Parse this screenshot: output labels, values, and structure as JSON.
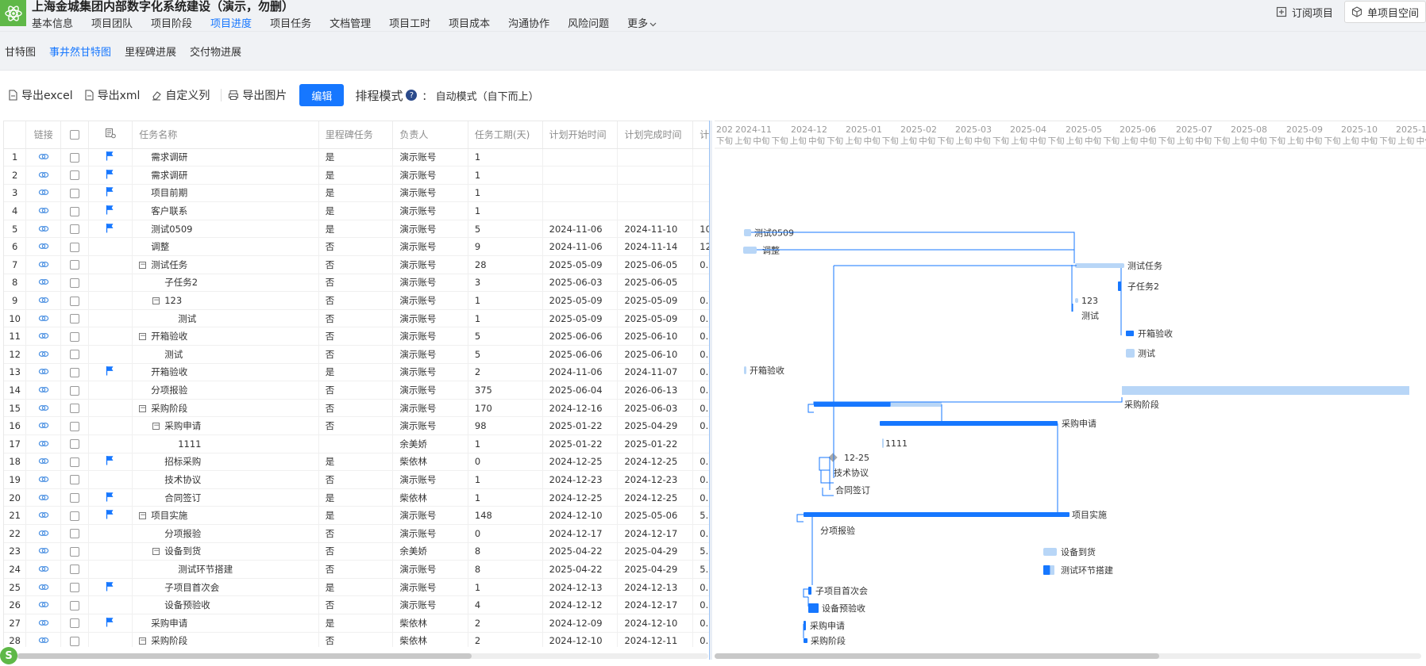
{
  "header": {
    "project_title": "上海金城集团内部数字化系统建设（演示，勿删）",
    "nav": [
      "基本信息",
      "项目团队",
      "项目阶段",
      "项目进度",
      "项目任务",
      "文档管理",
      "项目工时",
      "项目成本",
      "沟通协作",
      "风险问题",
      "更多"
    ],
    "active_nav": "项目进度",
    "subscribe_label": "订阅项目",
    "space_label": "单项目空间"
  },
  "subtabs": [
    "甘特图",
    "事井然甘特图",
    "里程碑进展",
    "交付物进展"
  ],
  "active_subtab": "事井然甘特图",
  "toolbar": {
    "export_excel": "导出excel",
    "export_xml": "导出xml",
    "custom_columns": "自定义列",
    "export_image": "导出图片",
    "edit": "编辑",
    "schedule_mode_label": "排程模式",
    "schedule_mode_value": "：  自动模式（自下而上）"
  },
  "table": {
    "columns": [
      "",
      "链接",
      "",
      "",
      "任务名称",
      "里程碑任务",
      "负责人",
      "任务工期(天)",
      "计划开始时间",
      "计划完成时间",
      "计"
    ],
    "rows": [
      {
        "no": "1",
        "flag": true,
        "indent": 0,
        "toggle": false,
        "name": "需求调研",
        "milestone": "是",
        "owner": "演示账号",
        "duration": "1",
        "start": "",
        "end": "",
        "extra": ""
      },
      {
        "no": "2",
        "flag": true,
        "indent": 0,
        "toggle": false,
        "name": "需求调研",
        "milestone": "是",
        "owner": "演示账号",
        "duration": "1",
        "start": "",
        "end": "",
        "extra": ""
      },
      {
        "no": "3",
        "flag": true,
        "indent": 0,
        "toggle": false,
        "name": "项目前期",
        "milestone": "是",
        "owner": "演示账号",
        "duration": "1",
        "start": "",
        "end": "",
        "extra": ""
      },
      {
        "no": "4",
        "flag": true,
        "indent": 0,
        "toggle": false,
        "name": "客户联系",
        "milestone": "是",
        "owner": "演示账号",
        "duration": "1",
        "start": "",
        "end": "",
        "extra": ""
      },
      {
        "no": "5",
        "flag": true,
        "indent": 0,
        "toggle": false,
        "name": "测试0509",
        "milestone": "是",
        "owner": "演示账号",
        "duration": "5",
        "start": "2024-11-06",
        "end": "2024-11-10",
        "extra": "10"
      },
      {
        "no": "6",
        "flag": false,
        "indent": 0,
        "toggle": false,
        "name": "调整",
        "milestone": "否",
        "owner": "演示账号",
        "duration": "9",
        "start": "2024-11-06",
        "end": "2024-11-14",
        "extra": "12"
      },
      {
        "no": "7",
        "flag": false,
        "indent": 0,
        "toggle": true,
        "name": "测试任务",
        "milestone": "否",
        "owner": "演示账号",
        "duration": "28",
        "start": "2025-05-09",
        "end": "2025-06-05",
        "extra": "0."
      },
      {
        "no": "8",
        "flag": false,
        "indent": 1,
        "toggle": false,
        "name": "子任务2",
        "milestone": "否",
        "owner": "演示账号",
        "duration": "3",
        "start": "2025-06-03",
        "end": "2025-06-05",
        "extra": ""
      },
      {
        "no": "9",
        "flag": false,
        "indent": 1,
        "toggle": true,
        "name": "123",
        "milestone": "否",
        "owner": "演示账号",
        "duration": "1",
        "start": "2025-05-09",
        "end": "2025-05-09",
        "extra": "0."
      },
      {
        "no": "10",
        "flag": false,
        "indent": 2,
        "toggle": false,
        "name": "测试",
        "milestone": "否",
        "owner": "演示账号",
        "duration": "1",
        "start": "2025-05-09",
        "end": "2025-05-09",
        "extra": "0."
      },
      {
        "no": "11",
        "flag": false,
        "indent": 0,
        "toggle": true,
        "name": "开箱验收",
        "milestone": "否",
        "owner": "演示账号",
        "duration": "5",
        "start": "2025-06-06",
        "end": "2025-06-10",
        "extra": "0."
      },
      {
        "no": "12",
        "flag": false,
        "indent": 1,
        "toggle": false,
        "name": "测试",
        "milestone": "否",
        "owner": "演示账号",
        "duration": "5",
        "start": "2025-06-06",
        "end": "2025-06-10",
        "extra": "0."
      },
      {
        "no": "13",
        "flag": true,
        "indent": 0,
        "toggle": false,
        "name": "开箱验收",
        "milestone": "是",
        "owner": "演示账号",
        "duration": "2",
        "start": "2024-11-06",
        "end": "2024-11-07",
        "extra": "0."
      },
      {
        "no": "14",
        "flag": false,
        "indent": 0,
        "toggle": false,
        "name": "分项报验",
        "milestone": "否",
        "owner": "演示账号",
        "duration": "375",
        "start": "2025-06-04",
        "end": "2026-06-13",
        "extra": "0."
      },
      {
        "no": "15",
        "flag": false,
        "indent": 0,
        "toggle": true,
        "name": "采购阶段",
        "milestone": "否",
        "owner": "演示账号",
        "duration": "170",
        "start": "2024-12-16",
        "end": "2025-06-03",
        "extra": "0."
      },
      {
        "no": "16",
        "flag": false,
        "indent": 1,
        "toggle": true,
        "name": "采购申请",
        "milestone": "否",
        "owner": "演示账号",
        "duration": "98",
        "start": "2025-01-22",
        "end": "2025-04-29",
        "extra": "0."
      },
      {
        "no": "17",
        "flag": false,
        "indent": 2,
        "toggle": false,
        "name": "1111",
        "milestone": "",
        "owner": "余美娇",
        "duration": "1",
        "start": "2025-01-22",
        "end": "2025-01-22",
        "extra": ""
      },
      {
        "no": "18",
        "flag": true,
        "indent": 1,
        "toggle": false,
        "name": "招标采购",
        "milestone": "是",
        "owner": "柴依林",
        "duration": "0",
        "start": "2024-12-25",
        "end": "2024-12-25",
        "extra": "0."
      },
      {
        "no": "19",
        "flag": false,
        "indent": 1,
        "toggle": false,
        "name": "技术协议",
        "milestone": "否",
        "owner": "演示账号",
        "duration": "1",
        "start": "2024-12-23",
        "end": "2024-12-23",
        "extra": "0."
      },
      {
        "no": "20",
        "flag": true,
        "indent": 1,
        "toggle": false,
        "name": "合同签订",
        "milestone": "是",
        "owner": "柴依林",
        "duration": "1",
        "start": "2024-12-25",
        "end": "2024-12-25",
        "extra": "0."
      },
      {
        "no": "21",
        "flag": true,
        "indent": 0,
        "toggle": true,
        "name": "项目实施",
        "milestone": "是",
        "owner": "演示账号",
        "duration": "148",
        "start": "2024-12-10",
        "end": "2025-05-06",
        "extra": "5."
      },
      {
        "no": "22",
        "flag": false,
        "indent": 1,
        "toggle": false,
        "name": "分项报验",
        "milestone": "否",
        "owner": "演示账号",
        "duration": "0",
        "start": "2024-12-17",
        "end": "2024-12-17",
        "extra": "0."
      },
      {
        "no": "23",
        "flag": false,
        "indent": 1,
        "toggle": true,
        "name": "设备到货",
        "milestone": "否",
        "owner": "余美娇",
        "duration": "8",
        "start": "2025-04-22",
        "end": "2025-04-29",
        "extra": "5."
      },
      {
        "no": "24",
        "flag": false,
        "indent": 2,
        "toggle": false,
        "name": "测试环节搭建",
        "milestone": "否",
        "owner": "演示账号",
        "duration": "8",
        "start": "2025-04-22",
        "end": "2025-04-29",
        "extra": "5."
      },
      {
        "no": "25",
        "flag": true,
        "indent": 1,
        "toggle": false,
        "name": "子项目首次会",
        "milestone": "是",
        "owner": "演示账号",
        "duration": "1",
        "start": "2024-12-13",
        "end": "2024-12-13",
        "extra": "0."
      },
      {
        "no": "26",
        "flag": false,
        "indent": 1,
        "toggle": false,
        "name": "设备预验收",
        "milestone": "否",
        "owner": "演示账号",
        "duration": "4",
        "start": "2024-12-12",
        "end": "2024-12-17",
        "extra": "0."
      },
      {
        "no": "27",
        "flag": true,
        "indent": 0,
        "toggle": false,
        "name": "采购申请",
        "milestone": "是",
        "owner": "柴依林",
        "duration": "2",
        "start": "2024-12-09",
        "end": "2024-12-10",
        "extra": "0."
      },
      {
        "no": "28",
        "flag": false,
        "indent": 0,
        "toggle": true,
        "name": "采购阶段",
        "milestone": "否",
        "owner": "柴依林",
        "duration": "2",
        "start": "2024-12-10",
        "end": "2024-12-11",
        "extra": "0."
      }
    ]
  },
  "gantt": {
    "months": [
      "202",
      "2024-11",
      "2024-12",
      "2025-01",
      "2025-02",
      "2025-03",
      "2025-04",
      "2025-05",
      "2025-06",
      "2025-07",
      "2025-08",
      "2025-09",
      "2025-10",
      "2025-1"
    ],
    "sub_pattern": [
      "上旬",
      "中旬",
      "下旬"
    ],
    "first_sub": "下旬",
    "bars": [
      {
        "label": "测试0509",
        "type": "plan"
      },
      {
        "label": "调整",
        "type": "plan"
      },
      {
        "label": "测试任务",
        "type": "plan"
      },
      {
        "label": "子任务2",
        "type": "actual"
      },
      {
        "label": "123",
        "type": "plan"
      },
      {
        "label": "测试",
        "type": "none"
      },
      {
        "label": "开箱验收",
        "type": "actual"
      },
      {
        "label": "测试",
        "type": "plan"
      },
      {
        "label": "开箱验收",
        "type": "plan"
      },
      {
        "label": "",
        "type": "plan"
      },
      {
        "label": "采购阶段",
        "type": "mixed"
      },
      {
        "label": "采购申请",
        "type": "actual"
      },
      {
        "label": "1111",
        "type": "plan"
      },
      {
        "label": "12-25",
        "type": "milestone"
      },
      {
        "label": "技术协议",
        "type": "none"
      },
      {
        "label": "合同签订",
        "type": "none"
      },
      {
        "label": "项目实施",
        "type": "actual"
      },
      {
        "label": "分项报验",
        "type": "none"
      },
      {
        "label": "设备到货",
        "type": "plan"
      },
      {
        "label": "测试环节搭建",
        "type": "mixed"
      },
      {
        "label": "子项目首次会",
        "type": "actual"
      },
      {
        "label": "设备预验收",
        "type": "actual"
      },
      {
        "label": "采购申请",
        "type": "actual"
      },
      {
        "label": "采购阶段",
        "type": "actual"
      }
    ]
  },
  "colors": {
    "primary": "#1677ff",
    "bar_plan": "#b8d6f7",
    "bar_actual": "#1677ff",
    "brand_green": "#5fb848"
  },
  "icons": {
    "logo": "atom-icon",
    "link": "link-icon",
    "flag": "flag-icon",
    "help": "question-icon"
  },
  "float_logo": "S"
}
